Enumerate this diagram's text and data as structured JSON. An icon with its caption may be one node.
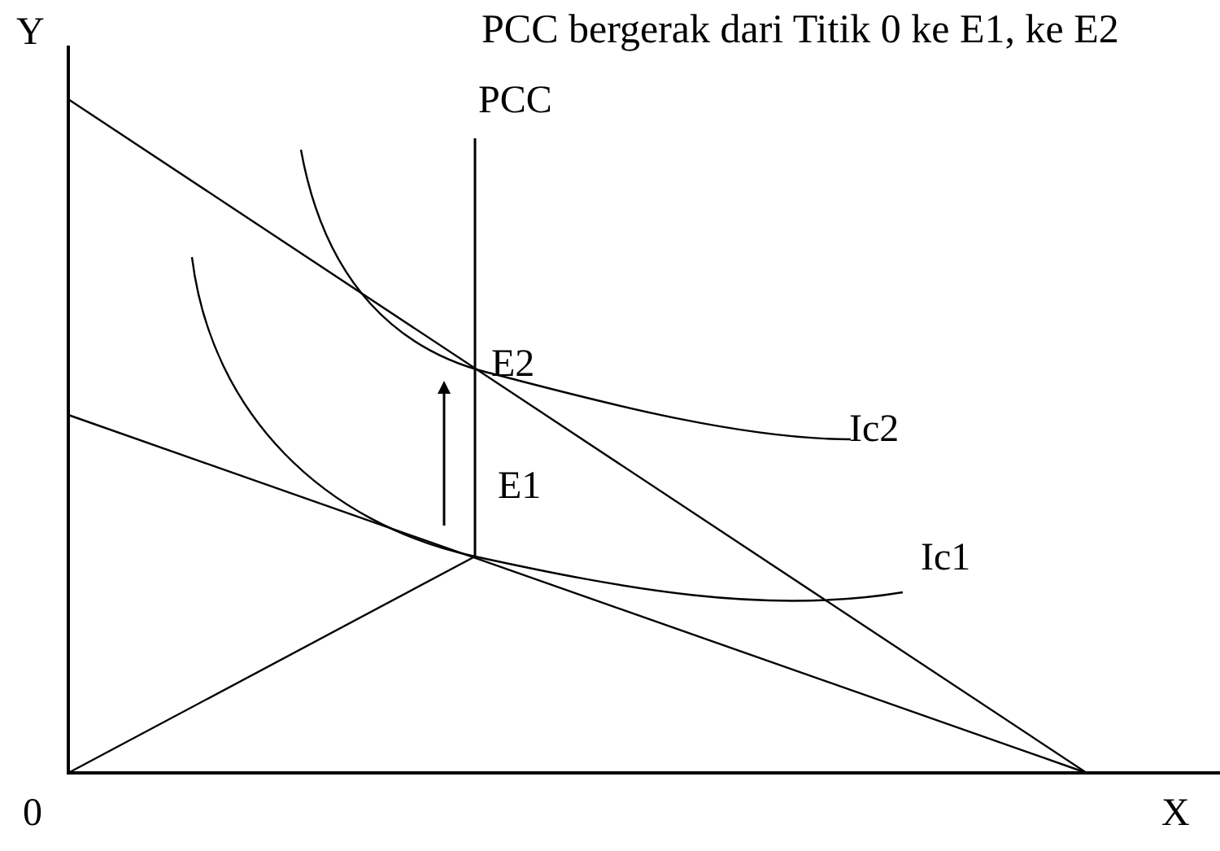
{
  "diagram": {
    "title": "PCC bergerak dari Titik 0 ke E1, ke E2",
    "labels": [
      "Y",
      "PCC",
      "E2",
      "Ic2",
      "E1",
      "Ic1",
      "0",
      "X"
    ]
  }
}
